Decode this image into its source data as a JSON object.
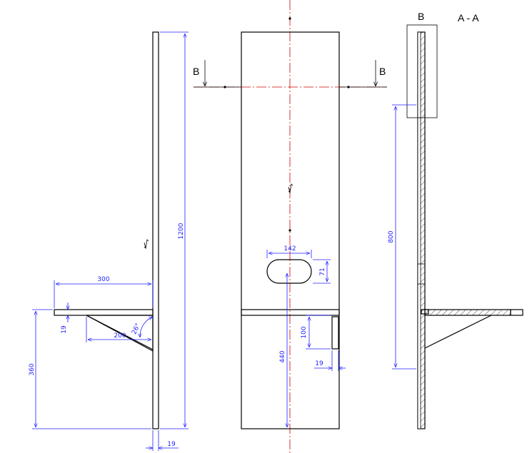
{
  "colors": {
    "outline": "#000000",
    "dimension": "#1f1fff",
    "centerline": "#d00000"
  },
  "labels": {
    "section_title": "A - A",
    "detail_ref": "B",
    "cut_left": "B",
    "cut_right": "B",
    "section_mark_bottom": "A"
  },
  "side_view": {
    "dim_height": "1200",
    "dim_shelf_depth": "300",
    "dim_thickness_shelf": "19",
    "dim_shelf_height": "360",
    "dim_bracket": "200",
    "dim_angle": "26°",
    "dim_thickness_panel": "19"
  },
  "front_view": {
    "dim_slot_width": "142",
    "dim_slot_height": "71",
    "dim_slot_position": "440",
    "dim_cleat_height": "100",
    "dim_cleat_thickness": "19"
  },
  "section_view": {
    "dim_detail": "800"
  }
}
